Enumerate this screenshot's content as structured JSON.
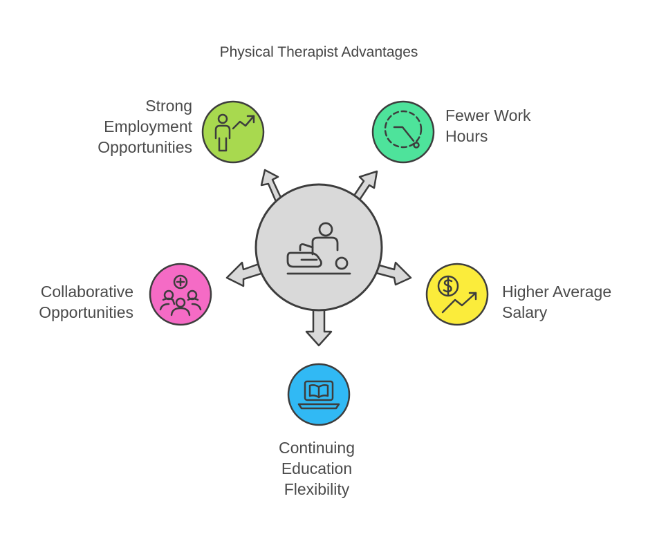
{
  "title": "Physical Therapist Advantages",
  "center": {
    "icon": "physical-therapy-icon",
    "fill": "#d9d9d9",
    "stroke": "#3d3d3d"
  },
  "nodes": [
    {
      "id": "strong-employment",
      "label_lines": [
        "Strong",
        "Employment",
        "Opportunities"
      ],
      "icon": "career-growth-icon",
      "color": "#a8d94f"
    },
    {
      "id": "fewer-work-hours",
      "label_lines": [
        "Fewer Work",
        "Hours"
      ],
      "icon": "clock-reduction-icon",
      "color": "#4ee39b"
    },
    {
      "id": "higher-average-salary",
      "label_lines": [
        "Higher Average",
        "Salary"
      ],
      "icon": "salary-growth-icon",
      "color": "#fbec3b"
    },
    {
      "id": "continuing-education-flexibility",
      "label_lines": [
        "Continuing",
        "Education",
        "Flexibility"
      ],
      "icon": "online-learning-icon",
      "color": "#31b9f4"
    },
    {
      "id": "collaborative-opportunities",
      "label_lines": [
        "Collaborative",
        "Opportunities"
      ],
      "icon": "team-collaboration-icon",
      "color": "#f56bc5"
    }
  ]
}
